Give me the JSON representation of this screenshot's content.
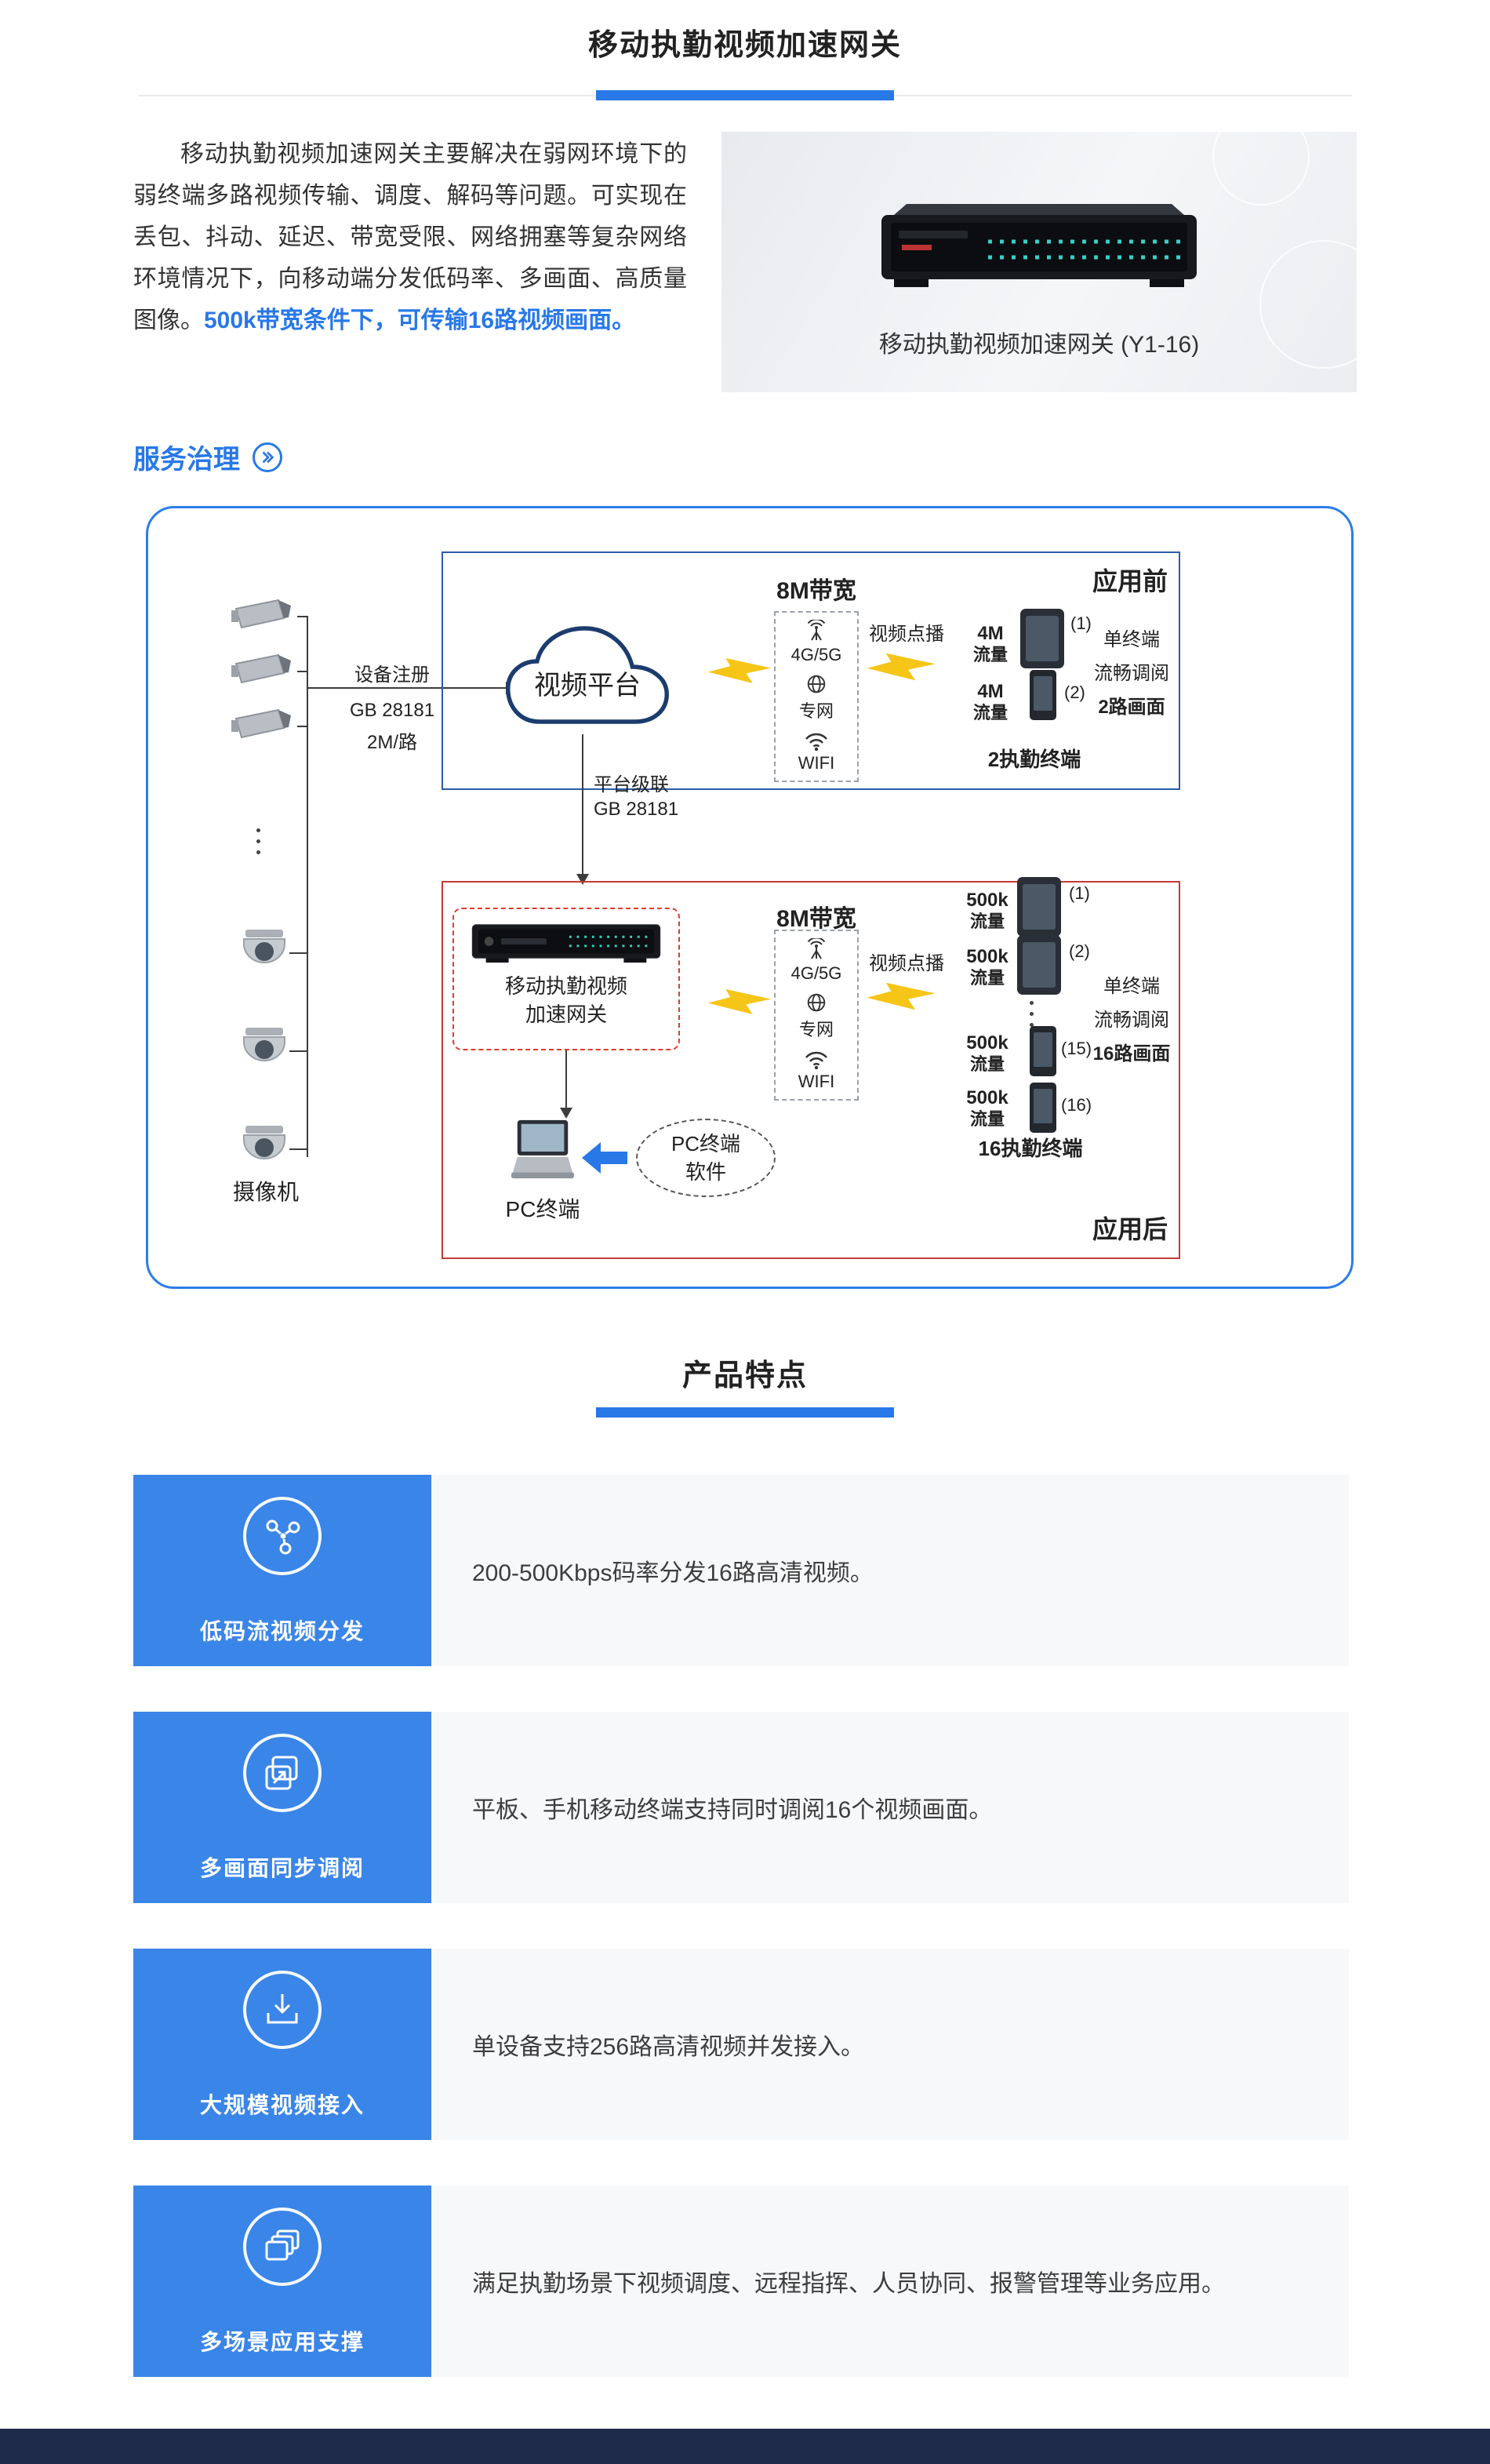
{
  "header": {
    "title": "移动执勤视频加速网关"
  },
  "intro": {
    "paragraph_normal": "移动执勤视频加速网关主要解决在弱网环境下的弱终端多路视频传输、调度、解码等问题。可实现在丢包、抖动、延迟、带宽受限、网络拥塞等复杂网络环境情况下，向移动端分发低码率、多画面、高质量图像。",
    "paragraph_highlight": "500k带宽条件下，可传输16路视频画面。",
    "product_caption": "移动执勤视频加速网关 (Y1-16)"
  },
  "service": {
    "heading": "服务治理"
  },
  "diagram": {
    "cameras_label": "摄像机",
    "register": {
      "line1": "设备注册",
      "line2": "GB 28181",
      "line3": "2M/路"
    },
    "cloud_label": "视频平台",
    "cascade": {
      "line1": "平台级联",
      "line2": "GB 28181"
    },
    "before": {
      "tag": "应用前",
      "bandwidth": "8M带宽",
      "network": [
        "4G/5G",
        "专网",
        "WIFI"
      ],
      "vod": "视频点播",
      "devices": [
        {
          "flow_value": "4M",
          "flow_unit": "流量",
          "index": "(1)"
        },
        {
          "flow_value": "4M",
          "flow_unit": "流量",
          "index": "(2)"
        }
      ],
      "right_lines": [
        "单终端",
        "流畅调阅",
        "2路画面"
      ],
      "terminals": "2执勤终端"
    },
    "after": {
      "tag": "应用后",
      "gateway_line1": "移动执勤视频",
      "gateway_line2": "加速网关",
      "bandwidth": "8M带宽",
      "network": [
        "4G/5G",
        "专网",
        "WIFI"
      ],
      "vod": "视频点播",
      "devices": [
        {
          "flow_value": "500k",
          "flow_unit": "流量",
          "index": "(1)"
        },
        {
          "flow_value": "500k",
          "flow_unit": "流量",
          "index": "(2)"
        },
        {
          "flow_value": "500k",
          "flow_unit": "流量",
          "index": "(15)"
        },
        {
          "flow_value": "500k",
          "flow_unit": "流量",
          "index": "(16)"
        }
      ],
      "right_lines": [
        "单终端",
        "流畅调阅",
        "16路画面"
      ],
      "terminals": "16执勤终端",
      "pc_label": "PC终端",
      "pc_software_line1": "PC终端",
      "pc_software_line2": "软件"
    }
  },
  "features_section": {
    "title": "产品特点",
    "items": [
      {
        "label": "低码流视频分发",
        "desc": "200-500Kbps码率分发16路高清视频。"
      },
      {
        "label": "多画面同步调阅",
        "desc": "平板、手机移动终端支持同时调阅16个视频画面。"
      },
      {
        "label": "大规模视频接入",
        "desc": "单设备支持256路高清视频并发接入。"
      },
      {
        "label": "多场景应用支撑",
        "desc": "满足执勤场景下视频调度、远程指挥、人员协同、报警管理等业务应用。"
      }
    ]
  },
  "colors": {
    "accent": "#2878e8",
    "feature_blue": "#3a85e8",
    "before_border": "#2a5caa",
    "after_border": "#c23b33",
    "bolt_yellow": "#f5c518",
    "footer": "#1e2b4a"
  }
}
